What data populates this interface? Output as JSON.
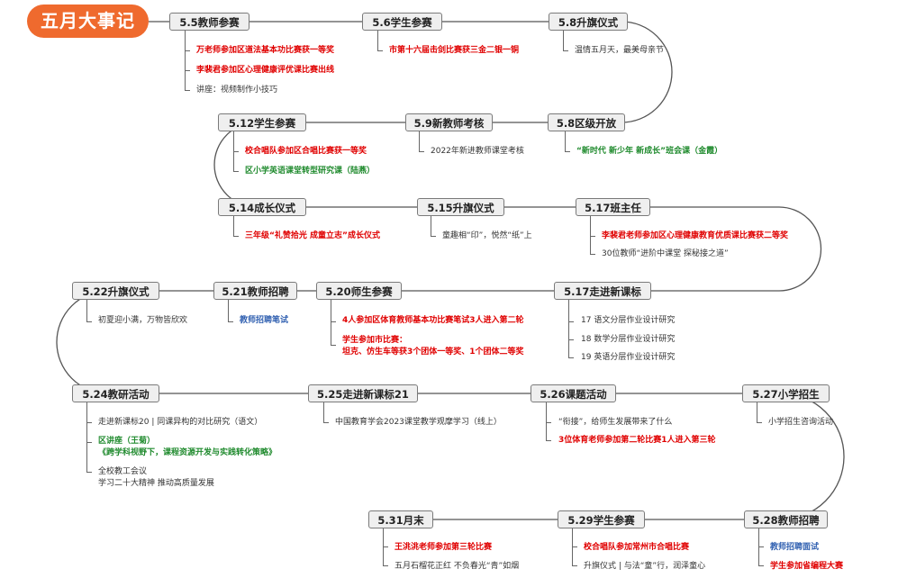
{
  "title": "五月大事记",
  "nodes": [
    {
      "label": "5.5教师参赛"
    },
    {
      "label": "5.6学生参赛"
    },
    {
      "label": "5.8升旗仪式"
    },
    {
      "label": "5.12学生参赛"
    },
    {
      "label": "5.9新教师考核"
    },
    {
      "label": "5.8区级开放"
    },
    {
      "label": "5.14成长仪式"
    },
    {
      "label": "5.15升旗仪式"
    },
    {
      "label": "5.17班主任"
    },
    {
      "label": "5.22升旗仪式"
    },
    {
      "label": "5.21教师招聘"
    },
    {
      "label": "5.20师生参赛"
    },
    {
      "label": "5.17走进新课标"
    },
    {
      "label": "5.24教研活动"
    },
    {
      "label": "5.25走进新课标21"
    },
    {
      "label": "5.26课题活动"
    },
    {
      "label": "5.27小学招生"
    },
    {
      "label": "5.31月末"
    },
    {
      "label": "5.29学生参赛"
    },
    {
      "label": "5.28教师招聘"
    }
  ],
  "items": [
    "万老师参加区道法基本功比赛获一等奖",
    "李裴君参加区心理健康评优课比赛出线",
    "讲座：视频制作小技巧",
    "市第十六届击剑比赛获三金二银一铜",
    "温情五月天，最美母亲节",
    "校合唱队参加区合唱比赛获一等奖",
    "区小学英语课堂转型研究课（陆燕）",
    "2022年新进教师课堂考核",
    "“新时代 新少年 新成长”班会课（金霞）",
    "三年级“礼赞拾光  成童立志”成长仪式",
    "童趣相“印”，悦然“纸”上",
    "李裴君老师参加区心理健康教育优质课比赛获二等奖",
    "30位教师“进阶中课堂  探秘接之道”",
    "初夏迎小满，万物皆欣欢",
    "教师招聘笔试",
    "4人参加区体育教师基本功比赛笔试3人进入第二轮",
    "学生参加市比赛：",
    "坦克、仿生车等获3个团体一等奖、1个团体二等奖",
    "17  语文分层作业设计研究",
    "18  数学分层作业设计研究",
    "19  英语分层作业设计研究",
    "走进新课标20 | 同课异构的对比研究（语文）",
    "区讲座（王菊）",
    "《跨学科视野下，课程资源开发与实践转化策略》",
    "全校教工会议",
    "学习二十大精神  推动高质量发展",
    "中国教育学会2023课堂教学观摩学习（线上）",
    "“衔接”，给师生发展带来了什么",
    "3位体育老师参加第二轮比赛1人进入第三轮",
    "小学招生咨询活动",
    "王洮洮老师参加第三轮比赛",
    "五月石榴花正红  不负春光“青”如烟",
    "校合唱队参加常州市合唱比赛",
    "升旗仪式 | 与法“童”行，润泽童心",
    "教师招聘面试",
    "学生参加省编程大赛"
  ]
}
